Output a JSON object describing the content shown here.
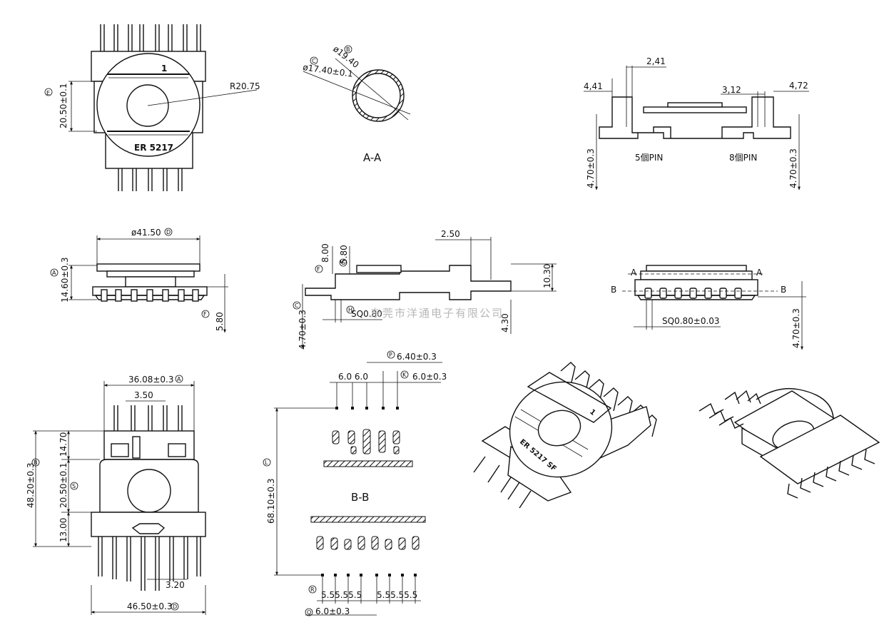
{
  "watermark": "东莞市洋通电子有限公司",
  "top_front": {
    "part_label": "ER 5217",
    "pin_one_mark": "1",
    "radius": "R20.75",
    "height_dim": "20.50±0.1",
    "ref_mark": "E"
  },
  "section_aa": {
    "title": "A-A",
    "outer_dia": "ø19.40",
    "inner_dia": "ø17.40±0.1",
    "ref_outer": "B",
    "ref_inner": "C"
  },
  "top_side": {
    "dim_a": "4,41",
    "dim_b": "2,41",
    "dim_c": "3,12",
    "dim_d": "4,72",
    "left_height": "4.70±0.3",
    "right_height": "4.70±0.3",
    "left_pins": "5個PIN",
    "right_pins": "8個PIN"
  },
  "mid_left": {
    "width_dim": "ø41.50",
    "height_dim": "14.60±0.3",
    "pin_dim": "5.80",
    "ref_width": "D",
    "ref_height": "A",
    "ref_pin": "F"
  },
  "mid_center": {
    "dim_top": "2.50",
    "dim_a": "8.00",
    "dim_b": "5.80",
    "dim_right": "10.30",
    "dim_bottom": "4.30",
    "dim_left": "4.70±0.3",
    "pin_sq": "SQ0.80",
    "ref_a": "F",
    "ref_b": "G",
    "ref_left": "C",
    "ref_pin": "H"
  },
  "mid_right": {
    "label_a": "A",
    "label_b": "B",
    "pin_sq": "SQ0.80±0.03",
    "height_dim": "4.70±0.3"
  },
  "bottom_left": {
    "top_width": "36.08±0.3",
    "inner_width": "3.50",
    "dim_upper": "14.70",
    "dim_middle": "20.50±0.1",
    "dim_lower": "13.00",
    "total_height": "48.20±0.3",
    "bottom_offset": "3.20",
    "bottom_width": "46.50±0.3",
    "ref_top": "A",
    "ref_height": "B",
    "ref_middle": "S",
    "ref_bottom": "D"
  },
  "section_bb": {
    "title": "B-B",
    "pitch_top": "6.0 6.0",
    "dim_top_mid": "6.40±0.3",
    "dim_top_right": "6.0±0.3",
    "total_height": "68.10±0.3",
    "pitch_bottom": "5.55.55.5",
    "pitch_bottom_r": "5.55.55.5",
    "dim_bottom": "6.0±0.3",
    "ref_top_mid": "P",
    "ref_top_right": "K",
    "ref_height": "L",
    "ref_bottom_pitch": "R",
    "ref_bottom": "Q"
  },
  "iso_view": {
    "part_label": "ER 5217 SF",
    "pin_one_mark": "1"
  },
  "colors": {
    "ink": "#111111",
    "watermark": "#b8b8b8",
    "paper": "#ffffff"
  }
}
